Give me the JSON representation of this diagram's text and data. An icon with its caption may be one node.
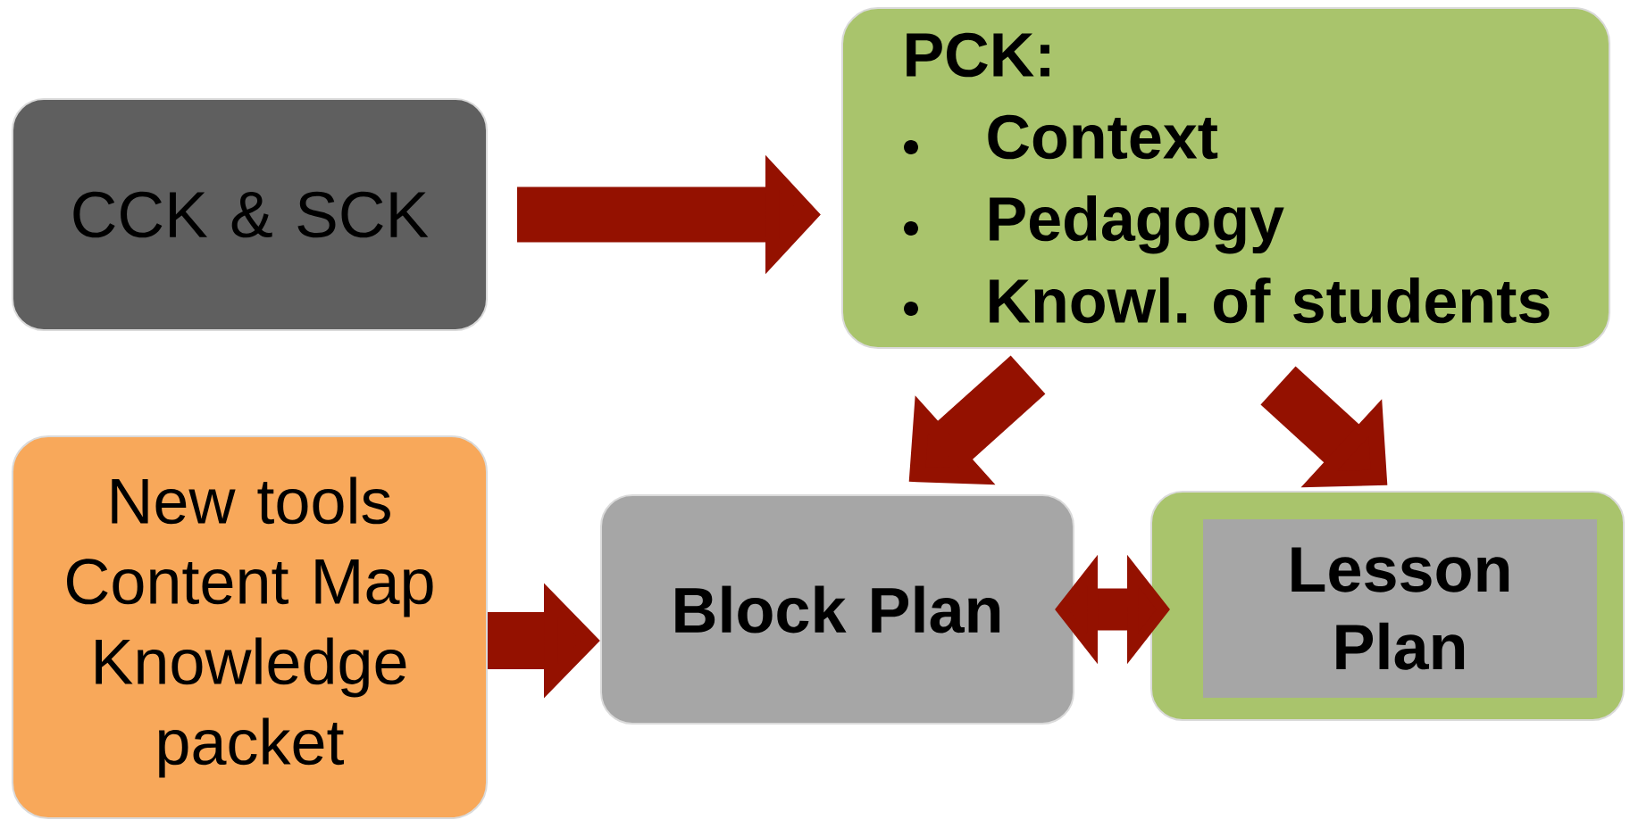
{
  "diagram": {
    "nodes": [
      {
        "text": [
          "CCK & SCK"
        ]
      },
      {
        "text": [
          "PCK:",
          "Context",
          "Pedagogy",
          "Knowl. of students"
        ]
      },
      {
        "text": [
          "New tools",
          "Content Map",
          "Knowledge packet"
        ]
      },
      {
        "text": [
          "Block Plan"
        ]
      },
      {
        "text": [],
        "shape": "box"
      },
      {
        "text": [
          "Lesson Plan"
        ],
        "in": 4
      }
    ],
    "edges": [
      {
        "from": 0,
        "to": 1,
        "arrow": "to"
      },
      {
        "from": 1,
        "to": 3,
        "arrow": "to"
      },
      {
        "from": 1,
        "to": 4,
        "arrow": "to"
      },
      {
        "from": 2,
        "to": 3,
        "arrow": "to"
      },
      {
        "from": 3,
        "to": 4,
        "arrow": "both"
      }
    ]
  }
}
